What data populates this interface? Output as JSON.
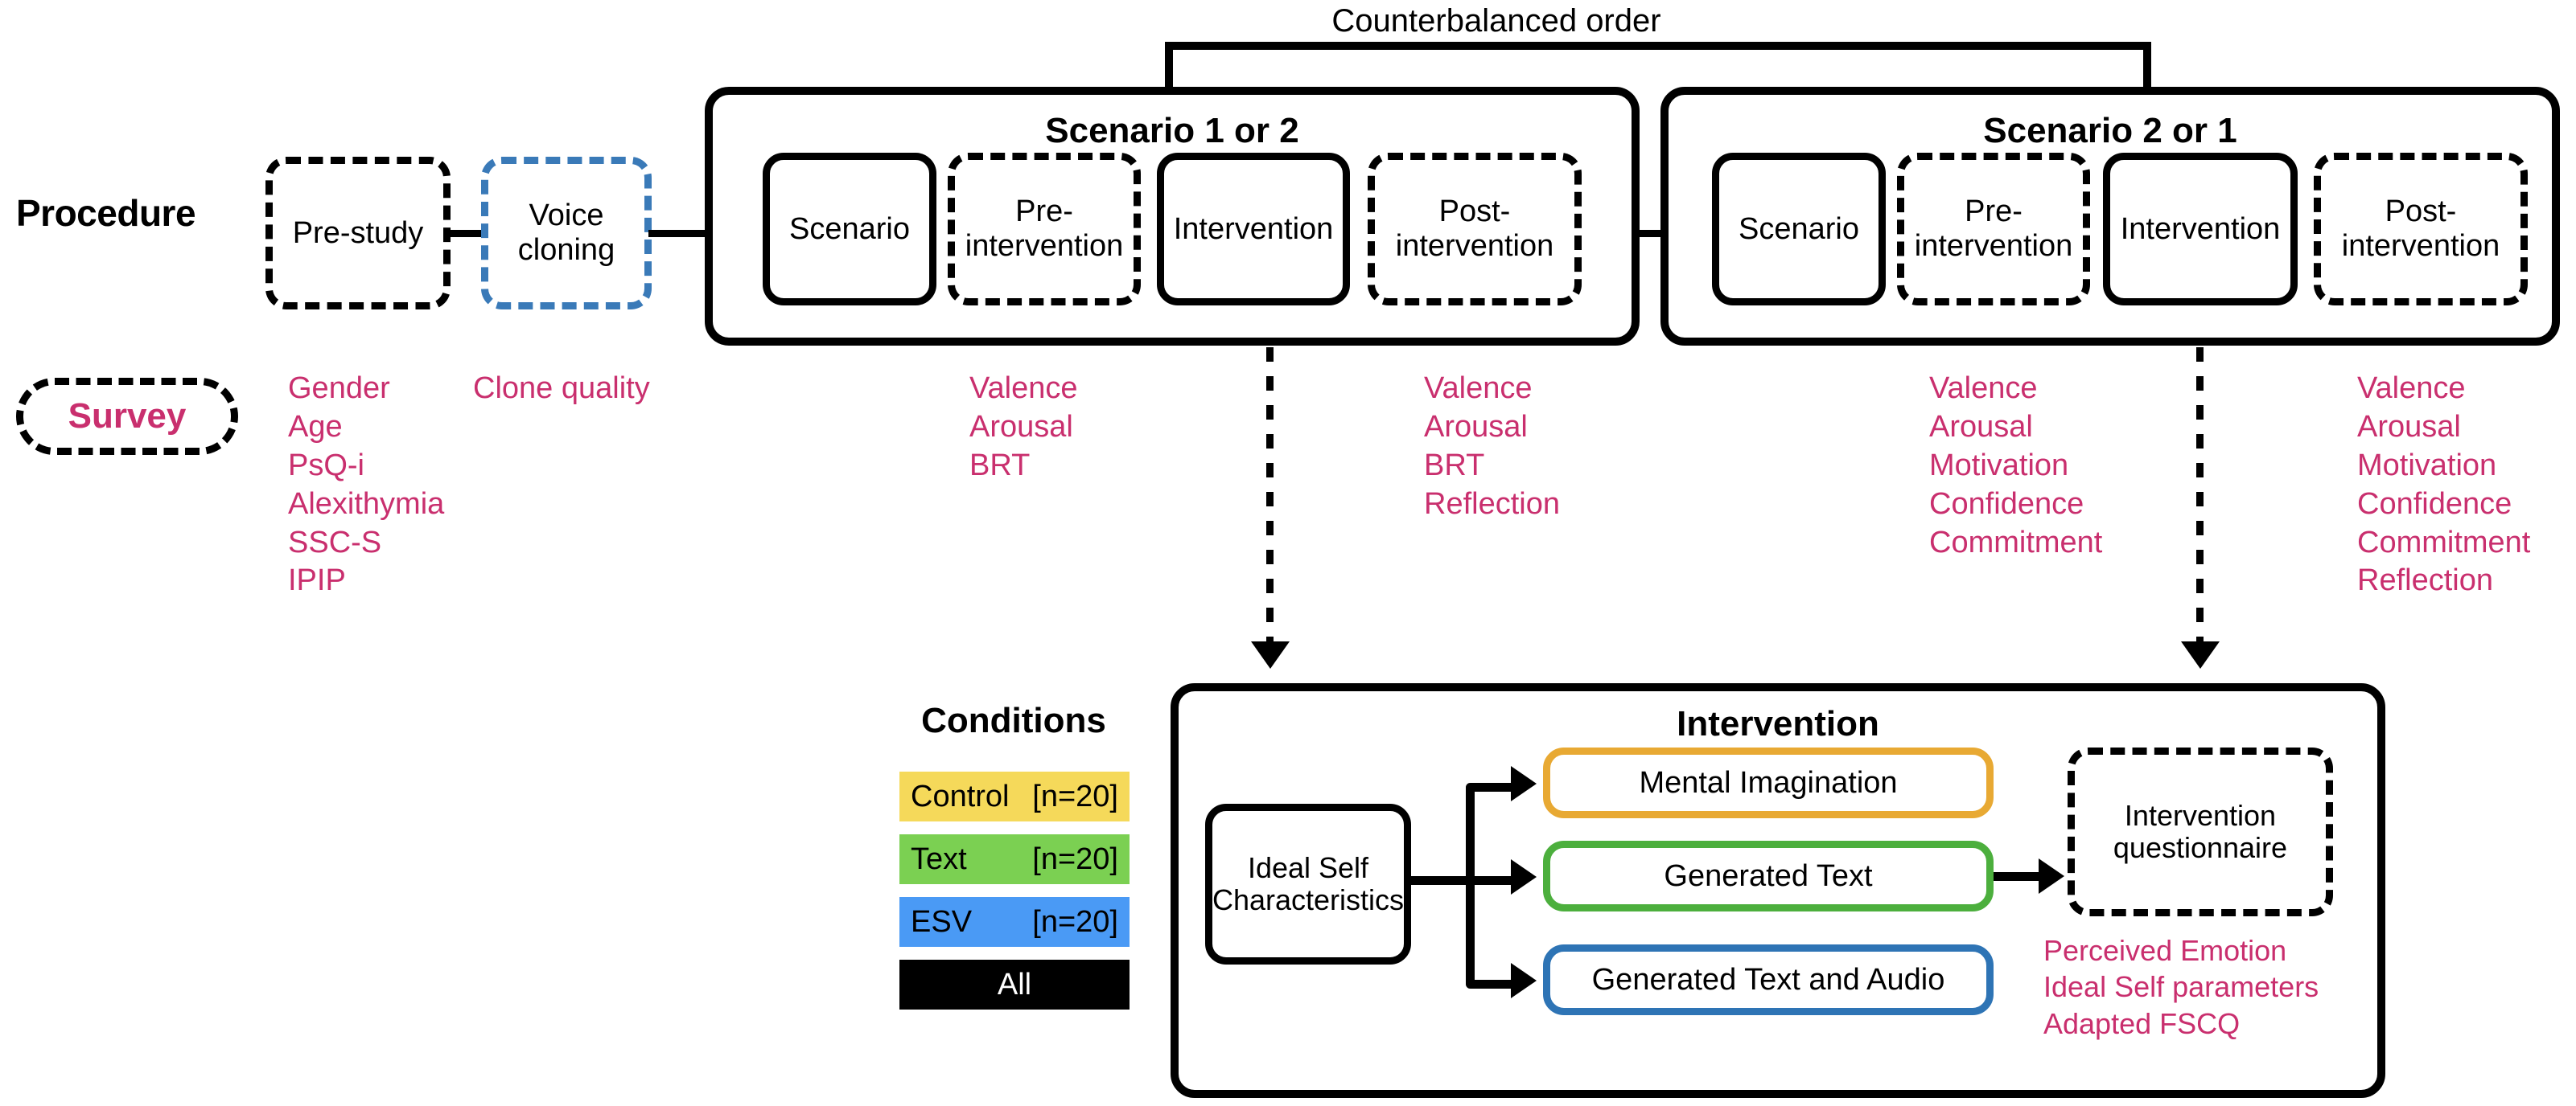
{
  "colors": {
    "pink": "#C92F6E",
    "yellow": "#F5D95A",
    "green": "#7BD052",
    "blue": "#4A9AF5",
    "voice_clone_blue": "#3A7AB8",
    "pill_yellow": "#E8A933",
    "pill_green": "#4CAF3D",
    "pill_blue": "#2E74B5",
    "black": "#000000"
  },
  "rows": {
    "procedure_label": "Procedure",
    "survey_label": "Survey"
  },
  "counterbalanced_label": "Counterbalanced order",
  "procedure": {
    "pre_study": "Pre-study",
    "voice_cloning": "Voice\ncloning",
    "panel_left_title": "Scenario 1 or 2",
    "panel_right_title": "Scenario 2 or 1",
    "steps_left": [
      {
        "label": "Scenario",
        "style": "solid"
      },
      {
        "label": "Pre-\nintervention",
        "style": "dashed"
      },
      {
        "label": "Intervention",
        "style": "solid"
      },
      {
        "label": "Post-\nintervention",
        "style": "dashed"
      }
    ],
    "steps_right": [
      {
        "label": "Scenario",
        "style": "solid"
      },
      {
        "label": "Pre-\nintervention",
        "style": "dashed"
      },
      {
        "label": "Intervention",
        "style": "solid"
      },
      {
        "label": "Post-\nintervention",
        "style": "dashed"
      }
    ]
  },
  "survey_columns": {
    "pre_study": "Gender\nAge\nPsQ-i\nAlexithymia\nSSC-S\nIPIP",
    "voice_cloning": "Clone quality",
    "left_pre": "Valence\nArousal\nBRT",
    "left_post": "Valence\nArousal\nBRT\nReflection",
    "right_pre": "Valence\nArousal\nMotivation\nConfidence\nCommitment",
    "right_post": "Valence\nArousal\nMotivation\nConfidence\nCommitment\nReflection"
  },
  "conditions": {
    "title": "Conditions",
    "items": [
      {
        "name": "Control",
        "n": "[n=20]",
        "color": "#F5D95A",
        "text_color": "#000000"
      },
      {
        "name": "Text",
        "n": "[n=20]",
        "color": "#7BD052",
        "text_color": "#000000"
      },
      {
        "name": "ESV",
        "n": "[n=20]",
        "color": "#4A9AF5",
        "text_color": "#000000"
      }
    ],
    "all_label": "All",
    "all_color": "#000000"
  },
  "intervention": {
    "title": "Intervention",
    "source_box": "Ideal Self\nCharacteristics",
    "branches": [
      {
        "label": "Mental Imagination",
        "color": "#E8A933"
      },
      {
        "label": "Generated Text",
        "color": "#4CAF3D"
      },
      {
        "label": "Generated Text and Audio",
        "color": "#2E74B5"
      }
    ],
    "questionnaire": "Intervention\nquestionnaire",
    "questionnaire_survey": "Perceived Emotion\nIdeal Self parameters\nAdapted FSCQ"
  }
}
